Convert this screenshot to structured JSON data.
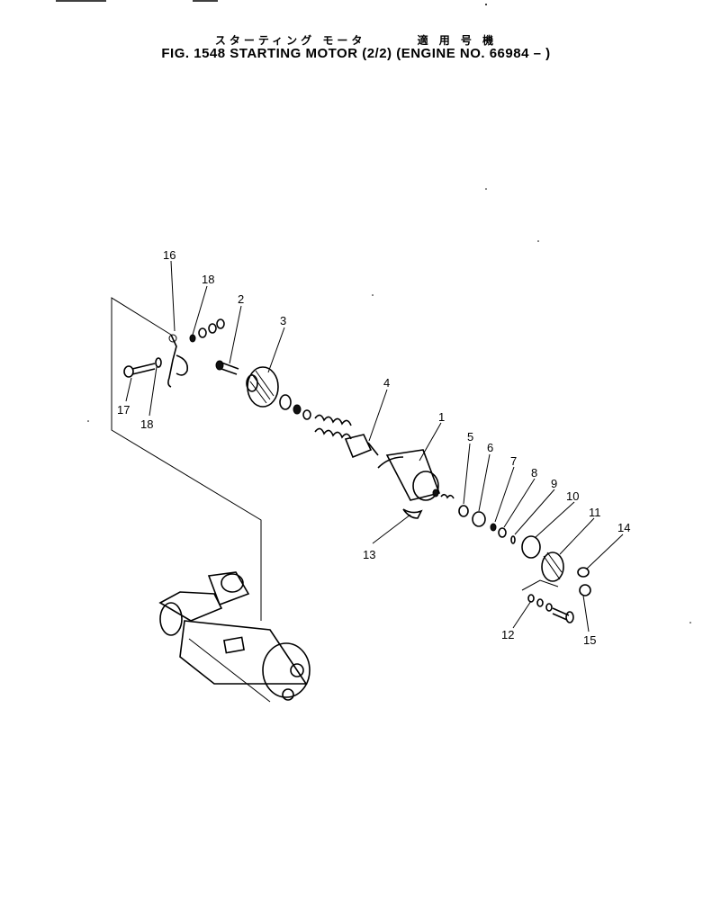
{
  "header": {
    "title_jp_name": "スターティング モータ",
    "title_jp_applic": "適 用 号 機",
    "title_en": "FIG. 1548  STARTING MOTOR (2/2) (ENGINE NO. 66984 – )"
  },
  "callouts": [
    "1",
    "2",
    "3",
    "4",
    "5",
    "6",
    "7",
    "8",
    "9",
    "10",
    "11",
    "12",
    "13",
    "14",
    "15",
    "16",
    "17",
    "18",
    "18"
  ]
}
